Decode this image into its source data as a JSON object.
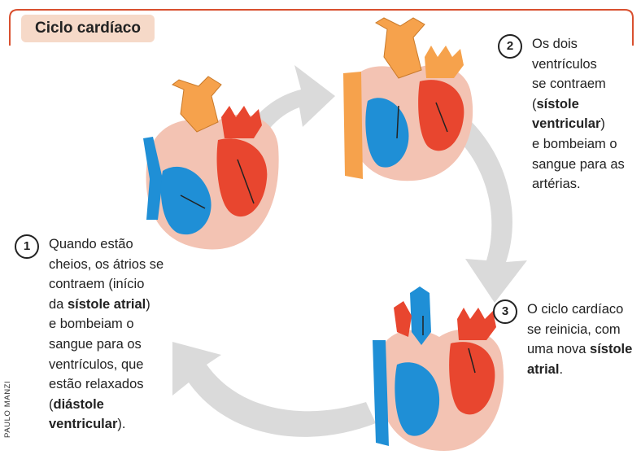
{
  "title": "Ciclo cardíaco",
  "credit": "PAULO MANZI",
  "colors": {
    "frame": "#d9502f",
    "title_bg": "#f6d9c8",
    "arrow": "#d6d6d6",
    "blue": "#1f8fd6",
    "red": "#e8462f",
    "orange": "#f6a24c",
    "tissue": "#f3c3b3"
  },
  "steps": [
    {
      "number": "1",
      "lines": [
        "Quando estão",
        "cheios, os átrios se",
        "contraem (início"
      ],
      "line4_pre": "da ",
      "line4_bold": "sístole atrial",
      "line4_post": ")",
      "lines_b": [
        "e bombeiam o",
        "sangue para os",
        "ventrículos, que",
        "estão relaxados"
      ],
      "line9_pre": "(",
      "line9_bold": "diástole",
      "line10_bold": "ventricular",
      "line10_post": ")."
    },
    {
      "number": "2",
      "lines": [
        "Os dois",
        "ventrículos",
        "se contraem"
      ],
      "line4_pre": "(",
      "line4_bold": "sístole",
      "line5_bold": "ventricular",
      "line5_post": ")",
      "lines_b": [
        "e bombeiam o",
        "sangue para as",
        "artérias."
      ]
    },
    {
      "number": "3",
      "lines": [
        "O ciclo cardíaco",
        "se reinicia, com"
      ],
      "line3_pre": "uma nova ",
      "line3_bold": "sístole",
      "line4_bold": "atrial",
      "line4_post": "."
    }
  ]
}
